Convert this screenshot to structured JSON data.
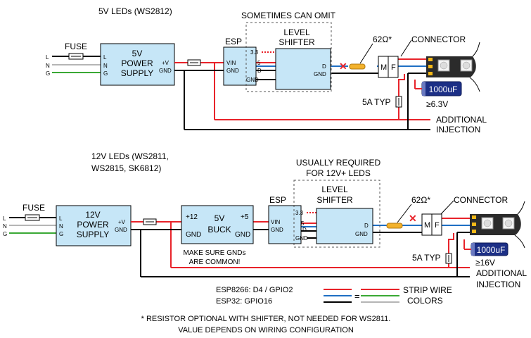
{
  "top": {
    "title": "5V LEDs (WS2812)",
    "fuse_label": "FUSE",
    "input_labels": [
      "L",
      "N",
      "G"
    ],
    "psu_pins": [
      "L",
      "N",
      "G"
    ],
    "psu_name": [
      "5V",
      "POWER",
      "SUPPLY"
    ],
    "psu_out_v": "+V",
    "psu_out_gnd": "GND",
    "esp_label": "ESP",
    "esp_vin": "VIN",
    "esp_gnd": "GND",
    "optional_note": "SOMETIMES CAN OMIT",
    "shifter_name": [
      "LEVEL",
      "SHIFTER"
    ],
    "shifter_pin_33": "3.3",
    "shifter_pin_5": "5",
    "shifter_pin_d_in": "D",
    "shifter_pin_gnd_left": "GND",
    "shifter_pin_gnd_right": "GND",
    "shifter_pin_d_out": "D",
    "resistor_label": "62Ω*",
    "connector_label": "CONNECTOR",
    "connector_m": "M",
    "connector_f": "F",
    "capacitor_value": "1000uF",
    "capacitor_rating": "≥6.3V",
    "fuse_5a": "5A TYP",
    "injection": [
      "ADDITIONAL",
      "INJECTION"
    ]
  },
  "bottom": {
    "title": [
      "12V LEDs (WS2811,",
      "WS2815, SK6812)"
    ],
    "fuse_label": "FUSE",
    "input_labels": [
      "L",
      "N",
      "G"
    ],
    "psu_pins": [
      "L",
      "N",
      "G"
    ],
    "psu_name": [
      "12V",
      "POWER",
      "SUPPLY"
    ],
    "psu_out_v": "+V",
    "psu_out_gnd": "GND",
    "buck_in": "+12",
    "buck_gnd_left": "GND",
    "buck_name": [
      "5V",
      "BUCK"
    ],
    "buck_out": "+5",
    "buck_gnd_right": "GND",
    "buck_note": [
      "MAKE SURE GNDs",
      "ARE COMMON!"
    ],
    "esp_label": "ESP",
    "esp_vin": "VIN",
    "esp_gnd": "GND",
    "required_note": [
      "USUALLY REQUIRED",
      "FOR 12V+ LEDS"
    ],
    "shifter_name": [
      "LEVEL",
      "SHIFTER"
    ],
    "shifter_pin_33": "3.3",
    "shifter_pin_5": "5",
    "shifter_pin_d_in": "D",
    "shifter_pin_gnd_left": "GND",
    "shifter_pin_gnd_right": "GND",
    "shifter_pin_d_out": "D",
    "resistor_label": "62Ω*",
    "connector_label": "CONNECTOR",
    "connector_m": "M",
    "connector_f": "F",
    "capacitor_value": "1000uF",
    "capacitor_rating": "≥16V",
    "fuse_5a": "5A TYP",
    "injection": [
      "ADDITIONAL",
      "INJECTION"
    ]
  },
  "gpio_notes": [
    "ESP8266: D4 / GPIO2",
    "ESP32: GPIO16"
  ],
  "legend": {
    "equals": "=",
    "label": [
      "STRIP WIRE",
      "COLORS"
    ]
  },
  "footnote": [
    "* RESISTOR OPTIONAL WITH SHIFTER, NOT NEEDED FOR WS2811.",
    "VALUE DEPENDS ON WIRING CONFIGURATION"
  ],
  "colors": {
    "box_fill": "#c6e6f7",
    "wire_red": "#e8232a",
    "wire_blue": "#1f6fc4",
    "wire_green": "#3aa935",
    "wire_gray": "#b5b5b5",
    "wire_black": "#000000",
    "resistor_fill": "#f3b22c",
    "cap_fill": "#1c2f86",
    "strip_fill": "#2b2b2b",
    "pad_fill": "#f4b817",
    "x_mark": "#e8232a"
  }
}
